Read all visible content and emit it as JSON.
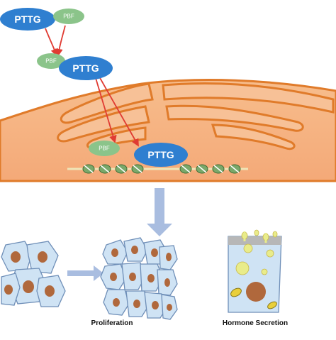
{
  "labels": {
    "pttg_1": "PTTG",
    "pbf_1": "PBF",
    "pbf_2": "PBF",
    "pttg_2": "PTTG",
    "pbf_3": "PBF",
    "pttg_3": "PTTG",
    "proliferation": "Proliferation",
    "hormone_secretion": "Hormone Secretion"
  },
  "colors": {
    "pttg_blue": "#2f7fd0",
    "pbf_green": "#8bc48a",
    "cell_orange": "#f5b07e",
    "membrane_orange": "#e07b2a",
    "arrow_red": "#e03b32",
    "arrow_blue": "#a9bde0",
    "cell_blue": "#cfe3f4",
    "nucleus_brown": "#b0683c",
    "dna_green": "#7aa86a",
    "granule_yellow": "#e9ec8a"
  }
}
